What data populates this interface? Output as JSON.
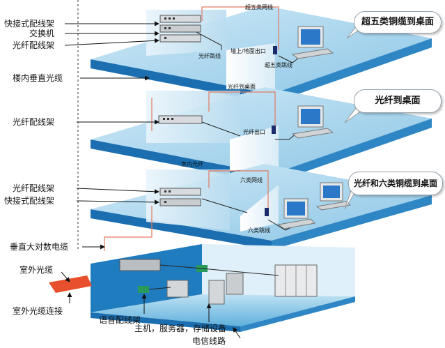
{
  "left_labels": {
    "quick_patch_panel_1": "快接式配线架",
    "switch": "交换机",
    "fiber_patch_panel_1": "光纤配线架",
    "building_vertical_fiber": "楼内垂直光缆",
    "fiber_patch_panel_2": "光纤配线架",
    "fiber_patch_panel_3": "光纤配线架",
    "quick_patch_panel_2": "快接式配线架",
    "vertical_large_pair_cable": "垂直大对数电缆",
    "outdoor_fiber": "室外光缆",
    "outdoor_fiber_connection": "室外光缆连接"
  },
  "bottom_labels": {
    "voice_patch_panel": "语音配线架",
    "host_server_storage": "主机，服务器，存储设备",
    "telecom_line": "电信线路"
  },
  "callouts": {
    "cat5e_to_desktop": "超五类铜缆到桌面",
    "fiber_to_desktop": "光纤到桌面",
    "fiber_cat6_to_desktop": "光纤和六类铜缆到桌面"
  },
  "floor_labels": {
    "cat5e_network_cable": "超五类网线",
    "fiber_jumper": "光纤跳线",
    "wall_floor_outlet": "墙上/地面出口",
    "cat5e_jumper": "超五类跳线",
    "fiber_to_desktop_small": "光纤到桌面",
    "fiber_outlet": "光纤出口",
    "indoor_fiber": "室内光纤",
    "cat6_network_cable": "六类网线",
    "cat6_jumper": "六类跳线"
  },
  "colors": {
    "floor_top": "#a9d6ee",
    "floor_front": "#1b6fb0",
    "wall": "#dceef8",
    "cable_red": "#e07a60",
    "arrow": "#111111"
  }
}
